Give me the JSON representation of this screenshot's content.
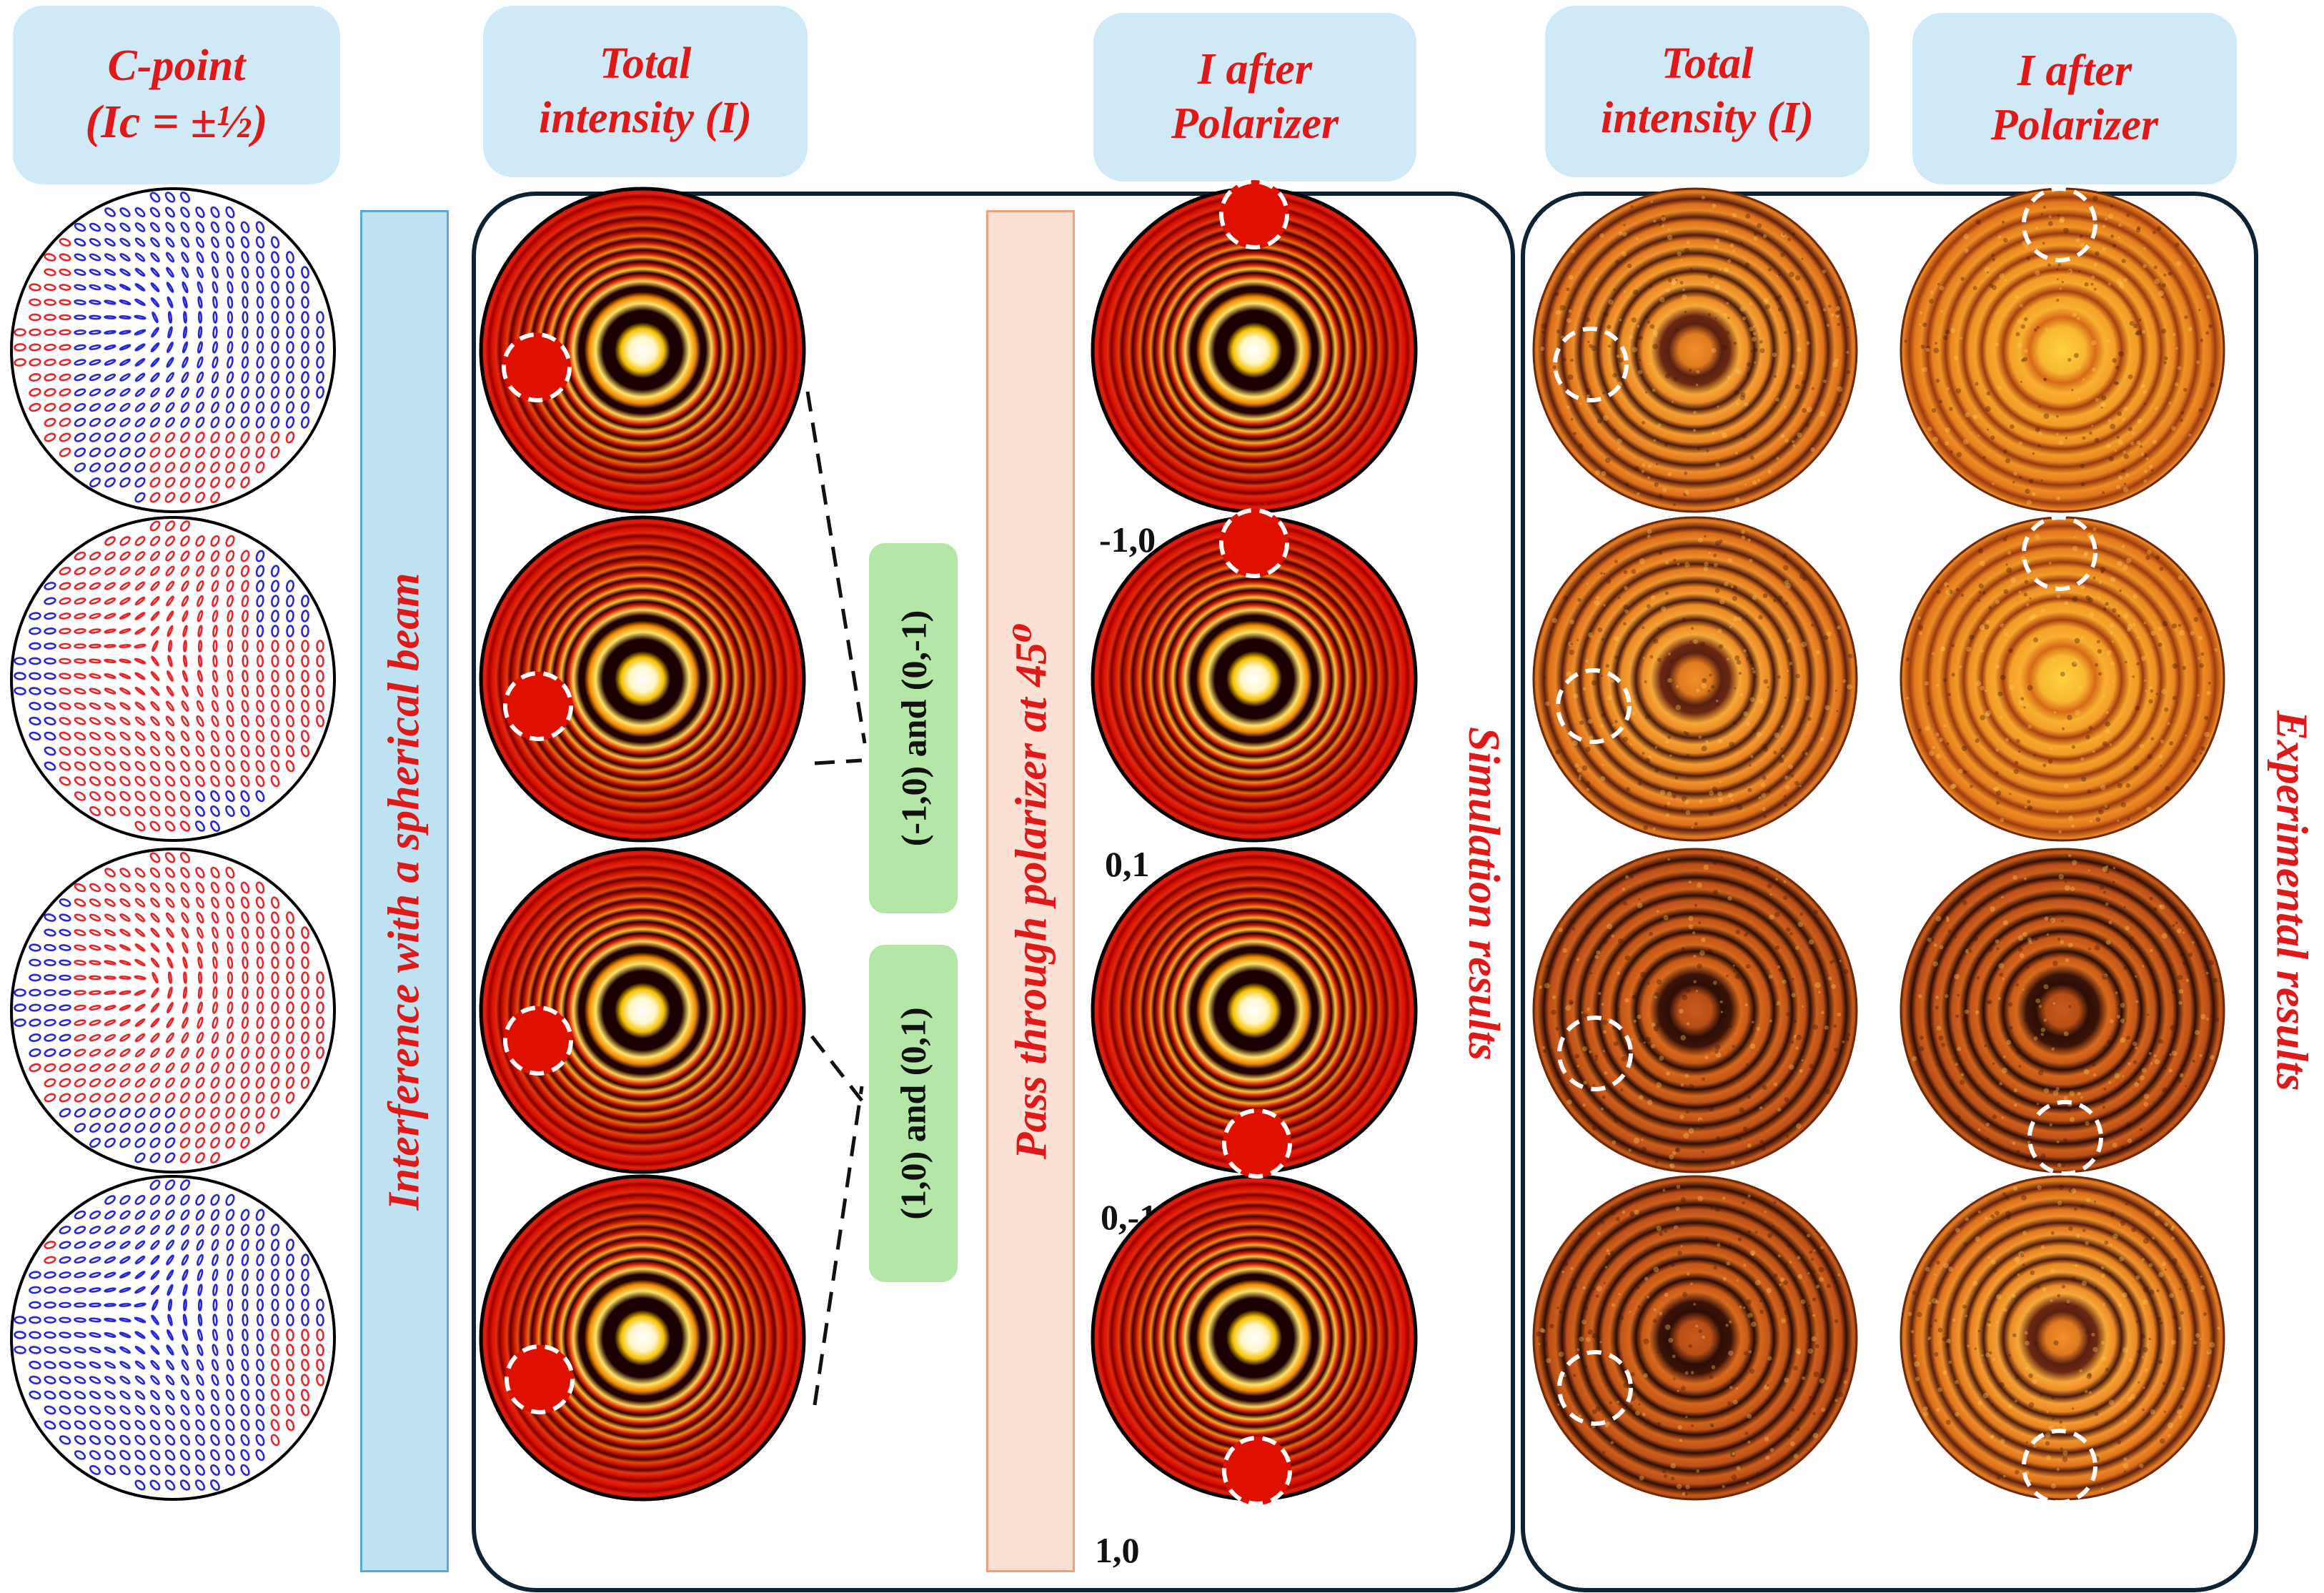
{
  "headers": {
    "cpoint_title": "C-point",
    "cpoint_formula": "(Ic = ±½)",
    "sim_total": [
      "Total",
      "intensity (I)"
    ],
    "sim_after": [
      "I after",
      "Polarizer"
    ],
    "exp_total": [
      "Total",
      "intensity (I)"
    ],
    "exp_after": [
      "I after",
      "Polarizer"
    ]
  },
  "vertical_labels": {
    "interference": "Interference with a spherical beam",
    "polarizer": "Pass through polarizer at 45⁰",
    "simulation": "Simulation results",
    "experimental": "Experimental results"
  },
  "pairs": {
    "upper": "(-1,0) and (0,-1)",
    "lower": "(1,0) and (0,1)"
  },
  "row_labels": [
    "-1,0",
    "0,1",
    "0,-1",
    "1,0"
  ],
  "polarization_fields": [
    {
      "major": "blue",
      "minor": "red"
    },
    {
      "major": "red",
      "minor": "blue"
    },
    {
      "major": "red",
      "minor": "blue"
    },
    {
      "major": "blue",
      "minor": "red"
    }
  ],
  "colors": {
    "header_bg": "#cfe9f6",
    "title_red": "#e01818",
    "frame": "#0f2233",
    "pair_box": "#b4e6a8",
    "interference_bar": "#bfe2f2",
    "polarizer_bar": "#fbe1d3",
    "ellipse_blue": "#2828d8",
    "ellipse_red": "#e8262a"
  }
}
